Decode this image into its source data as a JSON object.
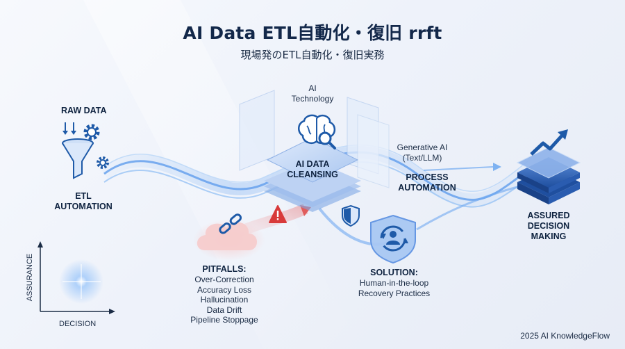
{
  "header": {
    "title": "AI Data ETL自動化・復旧 rrft",
    "subtitle": "現場発のETL自動化・復旧実務"
  },
  "nodes": {
    "raw_data": "RAW DATA",
    "etl_automation": [
      "ETL",
      "AUTOMATION"
    ],
    "ai_technology": [
      "AI",
      "Technology"
    ],
    "ai_data_cleansing": [
      "AI DATA",
      "CLEANSING"
    ],
    "generative_ai": [
      "Generative AI",
      "(Text/LLM)"
    ],
    "process_automation": [
      "PROCESS",
      "AUTOMATION"
    ],
    "assured_decision": [
      "ASSURED",
      "DECISION",
      "MAKING"
    ]
  },
  "pitfalls": {
    "heading": "PITFALLS:",
    "items": [
      "Over-Correction",
      "Accuracy Loss",
      "Hallucination",
      "Data Drift",
      "Pipeline Stoppage"
    ]
  },
  "solution": {
    "heading": "SOLUTION:",
    "items": [
      "Human-in-the-loop",
      "Recovery Practices"
    ]
  },
  "mini_chart": {
    "y_label": "ASSURANCE",
    "x_label": "DECISION"
  },
  "footer": {
    "credit": "2025 AI KnowledgeFlow"
  },
  "colors": {
    "navy": "#13284a",
    "flow_blue": "#4f8fe6",
    "icon_blue": "#1e5aa8",
    "alert_red": "#d83a3a",
    "pitfall_pink": "#f4c4c4"
  }
}
